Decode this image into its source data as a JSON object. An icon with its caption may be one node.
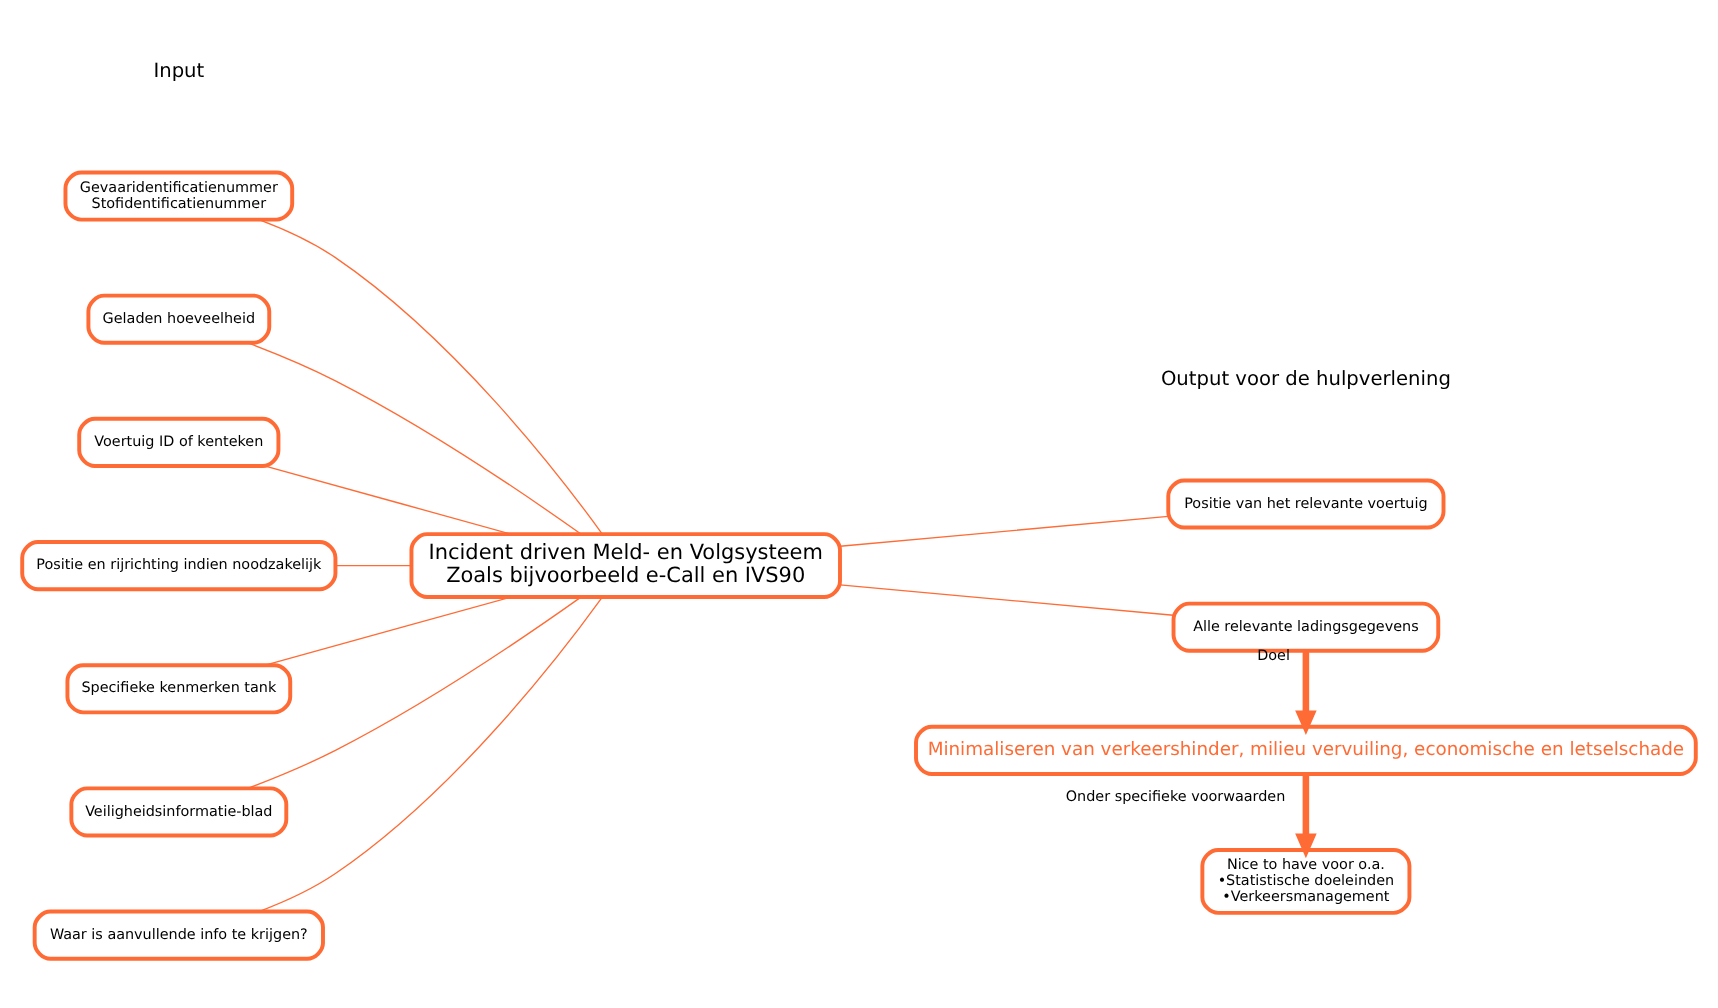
{
  "diagram": {
    "nodes": [
      {
        "text": [
          "Gevaaridentificatienummer",
          "Stofidentificatienummer"
        ]
      },
      {
        "text": [
          "Geladen hoeveelheid"
        ]
      },
      {
        "text": [
          "Voertuig ID of kenteken"
        ]
      },
      {
        "text": [
          "Positie en rijrichting indien noodzakelijk"
        ]
      },
      {
        "text": [
          "Specifieke kenmerken tank"
        ]
      },
      {
        "text": [
          "Veiligheidsinformatie-blad"
        ]
      },
      {
        "text": [
          "Waar is aanvullende info te krijgen?"
        ]
      },
      {
        "text": [
          "Incident driven Meld- en Volgsysteem",
          "Zoals bijvoorbeeld e-Call en IVS90"
        ]
      },
      {
        "text": [
          "Positie van het relevante voertuig"
        ]
      },
      {
        "text": [
          "Alle relevante ladingsgegevens"
        ]
      },
      {
        "text": [
          "Minimaliseren van verkeershinder, milieu vervuiling, economische en letselschade"
        ]
      },
      {
        "text": [
          "Nice to have voor o.a.",
          "•Statistische doeleinden",
          "•Verkeersmanagement"
        ]
      }
    ],
    "edges": [
      {
        "from": 0,
        "to": 7,
        "arrow": "none"
      },
      {
        "from": 1,
        "to": 7,
        "arrow": "none"
      },
      {
        "from": 2,
        "to": 7,
        "arrow": "none"
      },
      {
        "from": 3,
        "to": 7,
        "arrow": "none"
      },
      {
        "from": 4,
        "to": 7,
        "arrow": "none"
      },
      {
        "from": 5,
        "to": 7,
        "arrow": "none"
      },
      {
        "from": 6,
        "to": 7,
        "arrow": "none"
      },
      {
        "from": 7,
        "to": 8,
        "arrow": "none"
      },
      {
        "from": 7,
        "to": 9,
        "arrow": "none"
      },
      {
        "from": 9,
        "to": 10,
        "arrow": "to",
        "label": "Doel",
        "style": "thick"
      },
      {
        "from": 10,
        "to": 11,
        "arrow": "to",
        "label": "Onder specifieke voorwaarden",
        "style": "thick"
      }
    ],
    "labels": [
      "Input",
      "Output voor de hulpverlening"
    ]
  }
}
